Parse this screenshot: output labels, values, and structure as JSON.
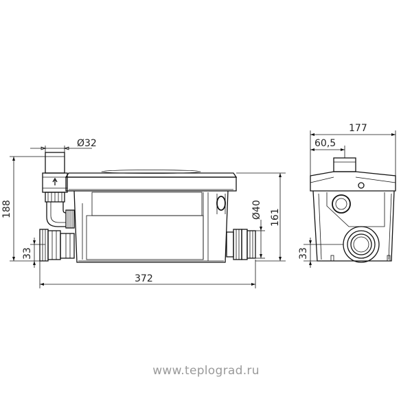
{
  "diagram": {
    "dimensions": {
      "pipe_diameter": "Ø32",
      "total_height": "188",
      "inlet_height_left": "33",
      "total_length": "372",
      "inlet_diameter": "Ø40",
      "body_height": "161",
      "depth": "177",
      "outlet_offset": "60,5",
      "inlet_height_right": "33"
    }
  },
  "watermark": "www.teplograd.ru"
}
